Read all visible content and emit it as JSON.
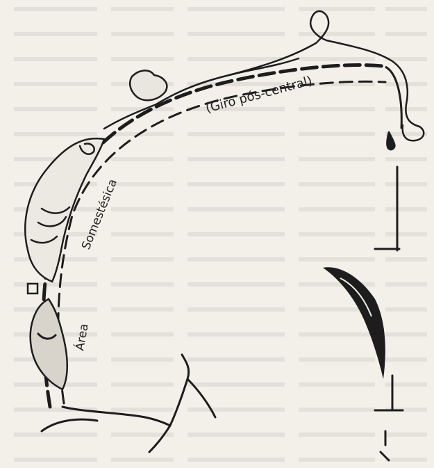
{
  "labels": {
    "giro": "(Giro pós-central)",
    "somestesica": "Somestésica",
    "area": "Área"
  },
  "colors": {
    "background": "#f3f0ea",
    "ink": "#1d1d1d",
    "bleed_text": "#b9b5ae"
  },
  "icons": [
    "homunculus-body-drawing",
    "homunculus-hand-drawing",
    "homunculus-face-drawing",
    "homunculus-mouth-drawing"
  ]
}
